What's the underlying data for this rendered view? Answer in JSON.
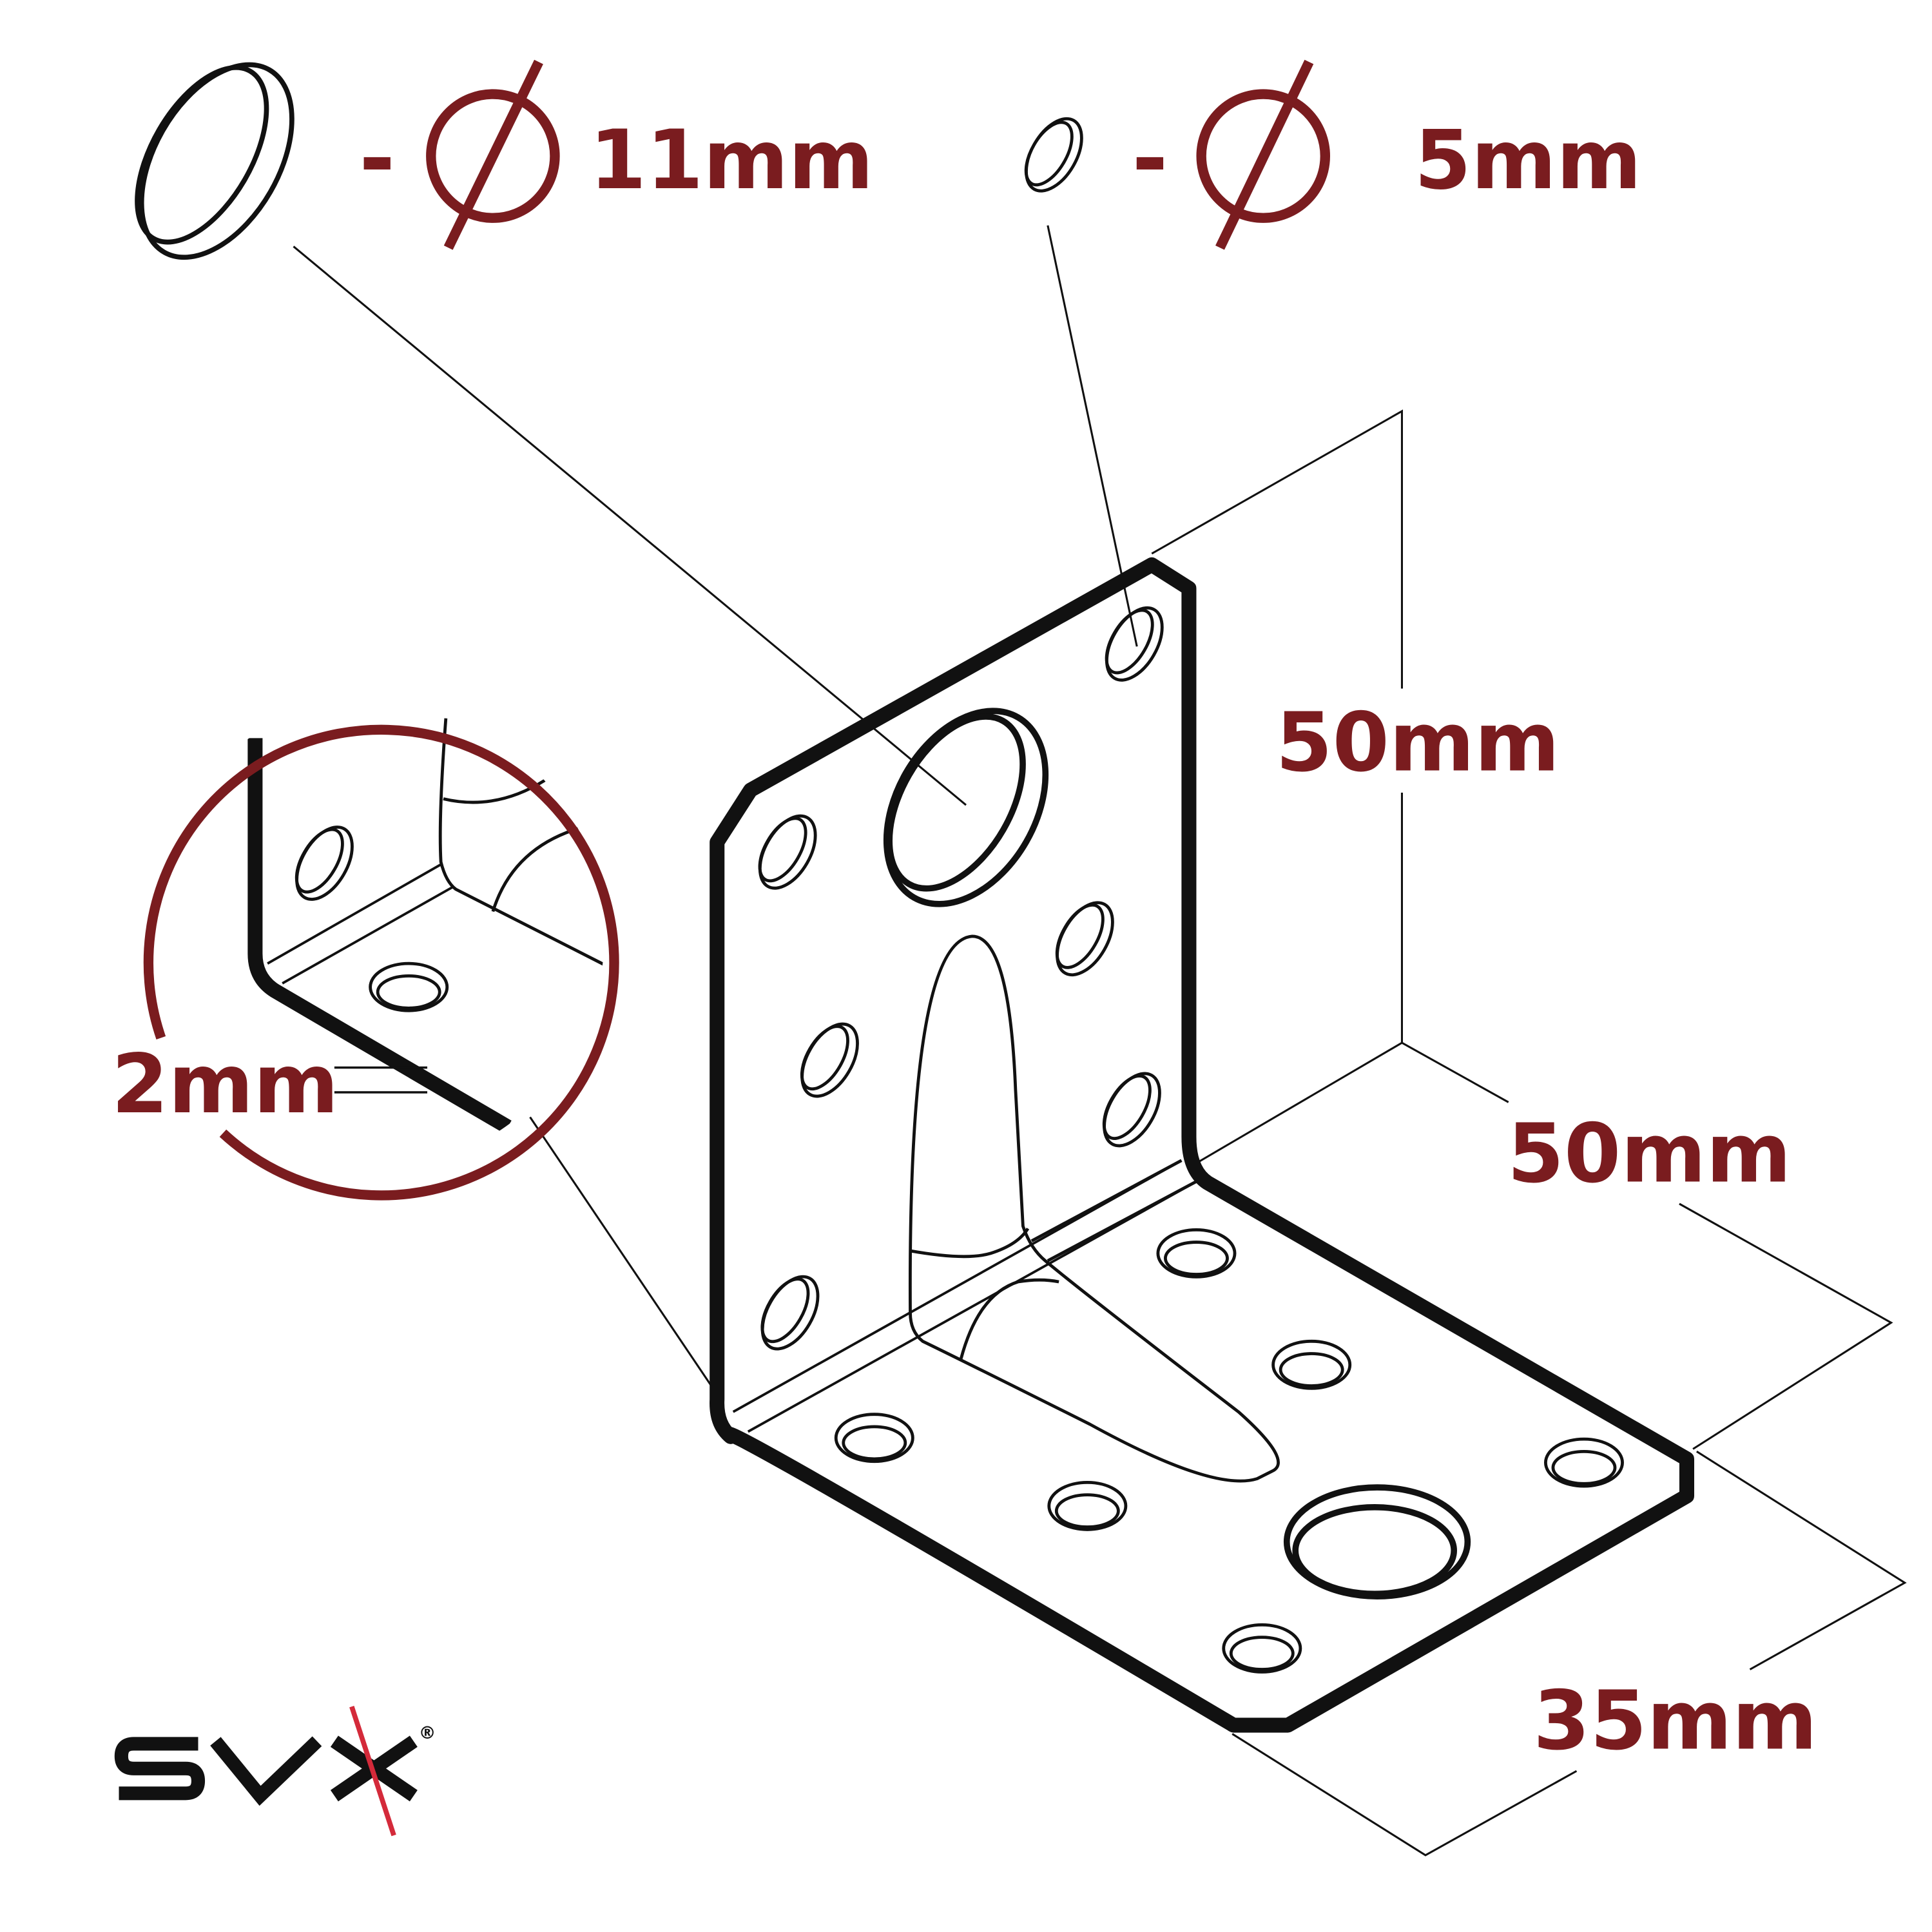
{
  "colors": {
    "accent": "#7a1c1f",
    "ink": "#111111",
    "logo_slash": "#d42a3a",
    "background": "#ffffff"
  },
  "legend": {
    "large_hole": {
      "dash": "-",
      "diameter_symbol": "ø",
      "label": "11mm"
    },
    "small_hole": {
      "dash": "-",
      "diameter_symbol": "ø",
      "label": "5mm"
    }
  },
  "dimensions": {
    "height": "50mm",
    "depth": "50mm",
    "width": "35mm",
    "thickness": "2mm"
  },
  "brand": {
    "logo_text": "SVX",
    "registered_mark": "®"
  }
}
